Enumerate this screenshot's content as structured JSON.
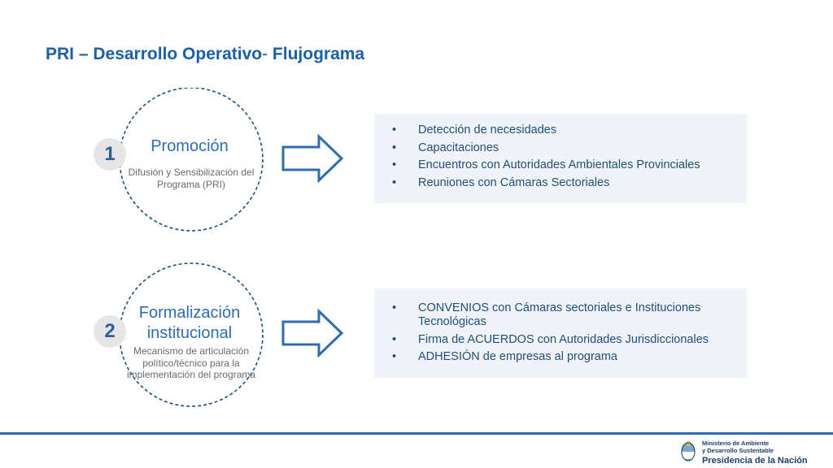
{
  "title": {
    "main": "PRI – Desarrollo Operativo",
    "dash": "-",
    "tail": " Flujograma"
  },
  "stages": [
    {
      "number": "1",
      "title": "Promoción",
      "description": "Difusión y Sensibilización del Programa (PRI)",
      "items": [
        "Detección de necesidades",
        "Capacitaciones",
        "Encuentros con Autoridades Ambientales Provinciales",
        "Reuniones con Cámaras Sectoriales"
      ]
    },
    {
      "number": "2",
      "title_line1": "Formalización",
      "title_line2": "institucional",
      "description": "Mecanismo de articulación político/técnico para la implementación del programa",
      "items": [
        {
          "strong": "CONVENIOS",
          "rest": " con Cámaras sectoriales e Instituciones Tecnológicas"
        },
        {
          "strong": "",
          "rest": "Firma de ACUERDOS con Autoridades Jurisdiccionales"
        },
        {
          "strong": "ADHESIÓN",
          "rest": " de empresas al programa"
        }
      ]
    }
  ],
  "bullet": "•",
  "footer": {
    "line1": "Ministerio de Ambiente",
    "line2": "y Desarrollo Sustentable",
    "line3": "Presidencia de la Nación"
  },
  "colors": {
    "accent": "#2f6cb1",
    "title": "#1a5fa8",
    "box_bg": "#f0f4f9",
    "circle_stroke": "#1f4e79"
  }
}
